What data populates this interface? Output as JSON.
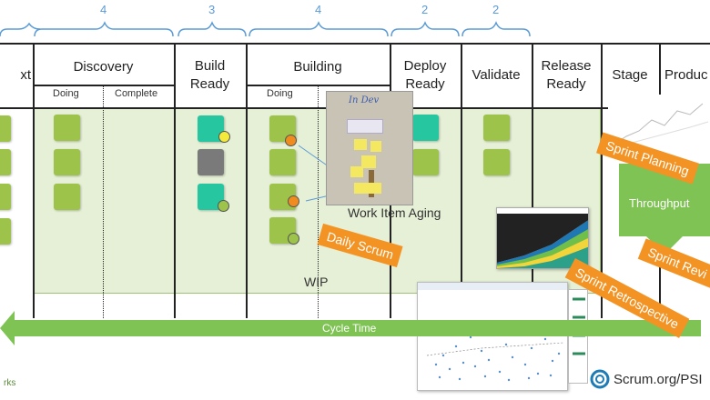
{
  "wip_limits": [
    "4",
    "3",
    "4",
    "2",
    "2"
  ],
  "columns": {
    "next": "xt",
    "discovery": "Discovery",
    "build_ready": "Build\nReady",
    "building": "Building",
    "deploy_ready": "Deploy\nReady",
    "validate": "Validate",
    "release_ready": "Release\nReady",
    "stage": "Stage",
    "production": "Produc"
  },
  "sub_columns": {
    "discovery_doing": "Doing",
    "discovery_complete": "Complete",
    "building_doing": "Doing"
  },
  "annotations": {
    "work_item_aging": "Work Item Aging",
    "wip": "WIP",
    "cycle_time": "Cycle Time",
    "throughput": "Throughput"
  },
  "events": {
    "daily_scrum": "Daily Scrum",
    "sprint_planning": "Sprint Planning",
    "sprint_review": "Sprint Revi",
    "sprint_retrospective": "Sprint Retrospective"
  },
  "photo_note": "In Dev",
  "footer": {
    "left": "rks",
    "brand": "Scrum.org/PSI"
  },
  "colors": {
    "sticky_green": "#9dc34a",
    "sticky_teal": "#25c6a0",
    "sticky_gray": "#7a7a7a",
    "board_fill": "#e6f0d6",
    "event_orange": "#f39324",
    "cycle_green": "#7fc354",
    "throughput_green": "#7fc354",
    "brace_blue": "#5b9bd5"
  }
}
